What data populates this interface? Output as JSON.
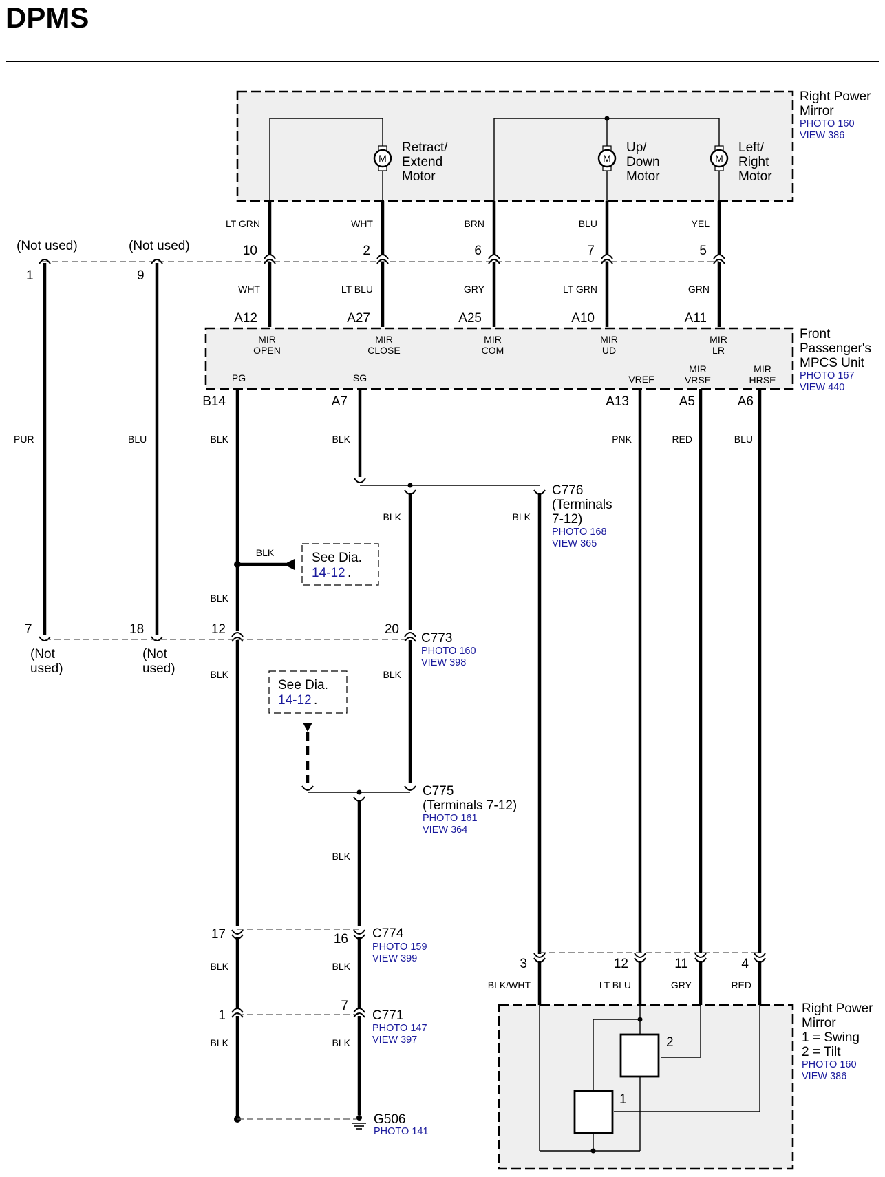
{
  "title": "DPMS",
  "components": {
    "right_power_mirror_top": {
      "lines": [
        "Right Power",
        "Mirror"
      ],
      "photo": "PHOTO 160",
      "view": "VIEW 386"
    },
    "mpcs_unit": {
      "lines": [
        "Front",
        "Passenger's",
        "MPCS Unit"
      ],
      "photo": "PHOTO 167",
      "view": "VIEW 440"
    },
    "right_power_mirror_bottom": {
      "lines": [
        "Right Power",
        "Mirror",
        "1 = Swing",
        "2 = Tilt"
      ],
      "photo": "PHOTO 160",
      "view": "VIEW 386"
    }
  },
  "motors": [
    {
      "symbol": "M",
      "lines": [
        "Retract/",
        "Extend",
        "Motor"
      ]
    },
    {
      "symbol": "M",
      "lines": [
        "Up/",
        "Down",
        "Motor"
      ]
    },
    {
      "symbol": "M",
      "lines": [
        "Left/",
        "Right",
        "Motor"
      ]
    }
  ],
  "mirror_wires": [
    {
      "upper_color": "LT GRN",
      "pin": "10",
      "lower_color": "WHT",
      "unit_pin": "A12",
      "signal": [
        "MIR",
        "OPEN"
      ]
    },
    {
      "upper_color": "WHT",
      "pin": "2",
      "lower_color": "LT BLU",
      "unit_pin": "A27",
      "signal": [
        "MIR",
        "CLOSE"
      ]
    },
    {
      "upper_color": "BRN",
      "pin": "6",
      "lower_color": "GRY",
      "unit_pin": "A25",
      "signal": [
        "MIR",
        "COM"
      ]
    },
    {
      "upper_color": "BLU",
      "pin": "7",
      "lower_color": "LT GRN",
      "unit_pin": "A10",
      "signal": [
        "MIR",
        "UD"
      ]
    },
    {
      "upper_color": "YEL",
      "pin": "5",
      "lower_color": "GRN",
      "unit_pin": "A11",
      "signal": [
        "MIR",
        "LR"
      ]
    }
  ],
  "not_used": {
    "top_left": {
      "label": "(Not used)",
      "pin": "1"
    },
    "top_mid": {
      "label": "(Not used)",
      "pin": "9"
    },
    "bottom_left": {
      "lines": [
        "(Not",
        "used)"
      ],
      "pin": "7"
    },
    "bottom_mid": {
      "lines": [
        "(Not",
        "used)"
      ],
      "pin": "18"
    },
    "left_color": "PUR",
    "mid_color": "BLU"
  },
  "unit_lower_pins": [
    {
      "signal": [
        "PG"
      ],
      "pin": "B14",
      "color": "BLK"
    },
    {
      "signal": [
        "SG"
      ],
      "pin": "A7",
      "color": "BLK"
    },
    {
      "signal": [
        "VREF"
      ],
      "pin": "A13",
      "color": "PNK"
    },
    {
      "signal": [
        "MIR",
        "VRSE"
      ],
      "pin": "A5",
      "color": "RED"
    },
    {
      "signal": [
        "MIR",
        "HRSE"
      ],
      "pin": "A6",
      "color": "BLU"
    }
  ],
  "connectors": {
    "c776": {
      "lines": [
        "C776",
        "(Terminals",
        "7-12)"
      ],
      "photo": "PHOTO 168",
      "view": "VIEW 365"
    },
    "c773": {
      "name": "C773",
      "photo": "PHOTO 160",
      "view": "VIEW 398",
      "pin_a": "12",
      "pin_b": "20"
    },
    "c775": {
      "lines": [
        "C775",
        "(Terminals 7-12)"
      ],
      "photo": "PHOTO 161",
      "view": "VIEW 364"
    },
    "c774": {
      "name": "C774",
      "photo": "PHOTO 159",
      "view": "VIEW 399",
      "pin_a": "17",
      "pin_b": "16"
    },
    "c771": {
      "name": "C771",
      "photo": "PHOTO 147",
      "view": "VIEW 397",
      "pin_a": "1",
      "pin_b": "7"
    },
    "g506": {
      "name": "G506",
      "photo": "PHOTO 141"
    }
  },
  "see_dia": [
    {
      "text": "See Dia.",
      "ref": "14-12",
      "suffix": "."
    },
    {
      "text": "See Dia.",
      "ref": "14-12",
      "suffix": "."
    }
  ],
  "wire_colors": {
    "blk": "BLK",
    "bottom_pins": [
      {
        "pin": "3",
        "color": "BLK/WHT"
      },
      {
        "pin": "12",
        "color": "LT BLU"
      },
      {
        "pin": "11",
        "color": "GRY"
      },
      {
        "pin": "4",
        "color": "RED"
      }
    ]
  },
  "sensor_labels": [
    "1",
    "2"
  ],
  "colors": {
    "link_blue": "#1a1a9c",
    "box_fill": "#efefef"
  }
}
